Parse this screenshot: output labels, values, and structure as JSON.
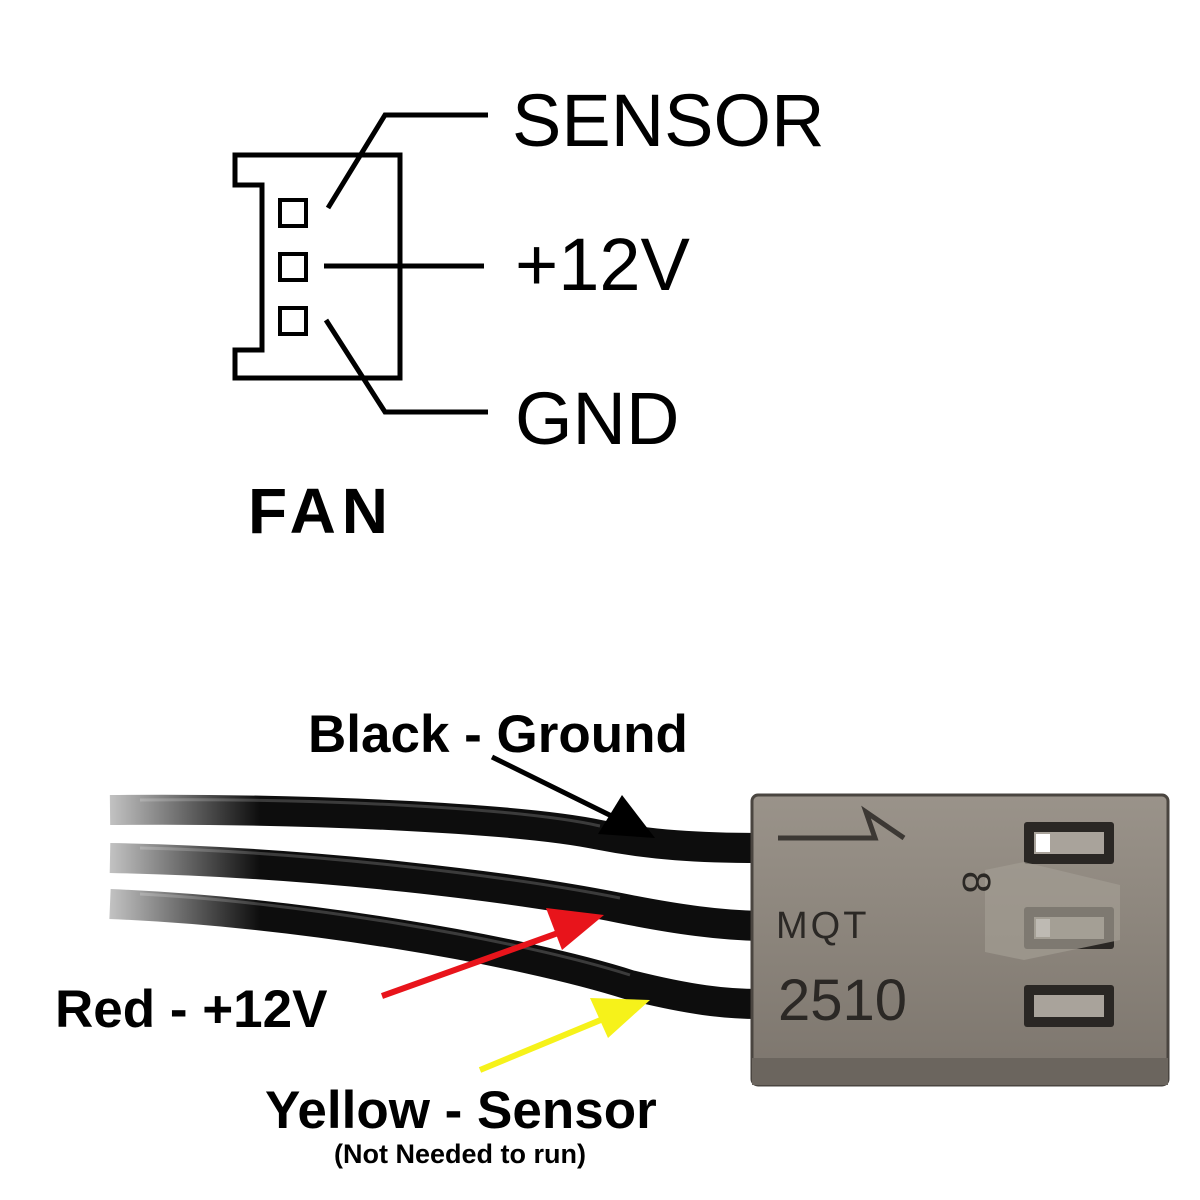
{
  "pinout": {
    "pins": [
      {
        "label": "SENSOR"
      },
      {
        "label": "+12V"
      },
      {
        "label": "GND"
      }
    ],
    "title": "FAN"
  },
  "photo": {
    "connector_markings": {
      "line1": "MQT",
      "line2": "2510",
      "digit": "8"
    },
    "callouts": {
      "black": "Black - Ground",
      "red": "Red - +12V",
      "yellow": "Yellow - Sensor",
      "yellow_note": "(Not Needed to run)"
    },
    "colors": {
      "wire": "#0d0d0d",
      "connector": "#8e877e",
      "red_arrow": "#e8141b",
      "yellow_arrow": "#f6f21a",
      "black_arrow": "#000000"
    }
  }
}
